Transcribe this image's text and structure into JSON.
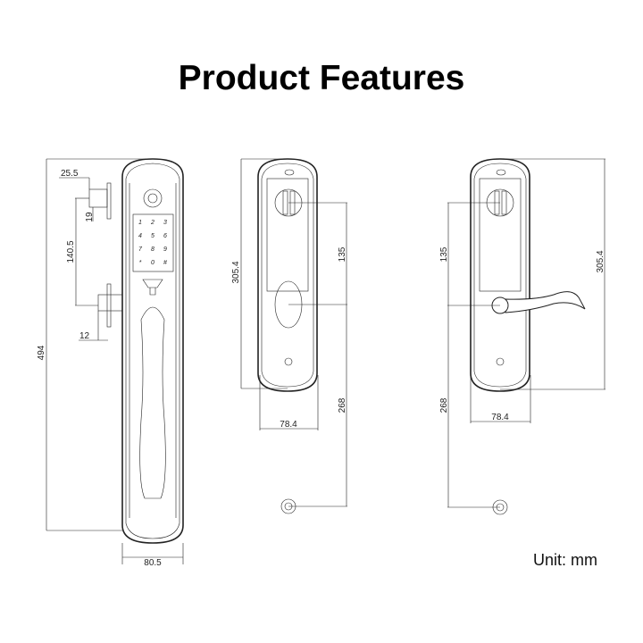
{
  "title": "Product Features",
  "unit_label": "Unit: mm",
  "views": {
    "front": {
      "dimensions": {
        "height": "494",
        "width": "80.5",
        "backset": "25.5",
        "bolt_offset": "19",
        "spacing": "140.5",
        "latch": "12"
      },
      "keypad": [
        "1",
        "2",
        "3",
        "4",
        "5",
        "6",
        "7",
        "8",
        "9",
        "*",
        "0",
        "#"
      ]
    },
    "interior_knob": {
      "dimensions": {
        "plate_height": "305.4",
        "center_distance": "135",
        "rosette_distance": "268",
        "width": "78.4"
      }
    },
    "interior_lever": {
      "dimensions": {
        "plate_height": "305.4",
        "center_distance": "135",
        "rosette_distance": "268",
        "width": "78.4"
      }
    }
  }
}
